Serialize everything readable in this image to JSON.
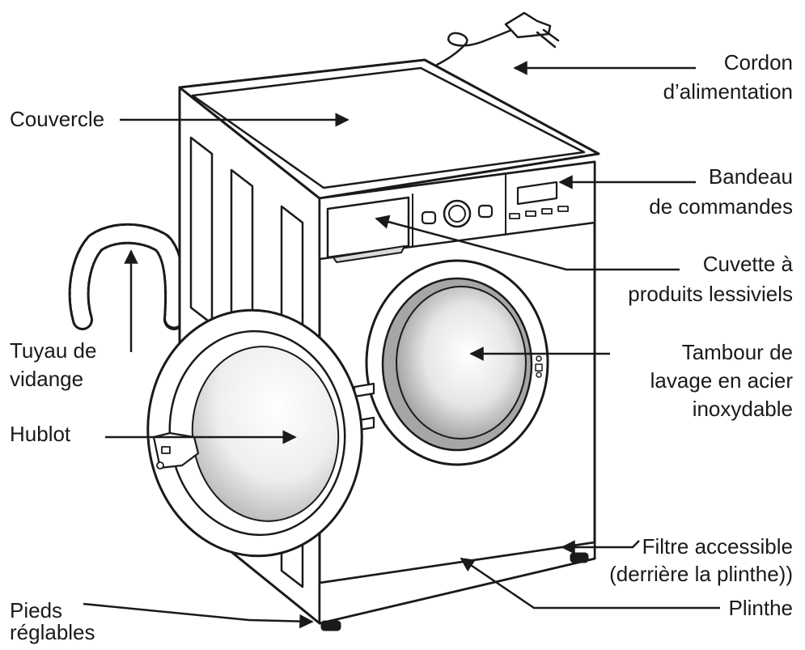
{
  "labels": {
    "cordon_l1": "Cordon",
    "cordon_l2": "d’alimentation",
    "couvercle": "Couvercle",
    "bandeau_l1": "Bandeau",
    "bandeau_l2": "de commandes",
    "cuvette_l1": "Cuvette à",
    "cuvette_l2": "produits lessiviels",
    "tambour_l1": "Tambour de",
    "tambour_l2": "lavage en acier",
    "tambour_l3": "inoxydable",
    "tuyau_l1": "Tuyau de",
    "tuyau_l2": "vidange",
    "hublot": "Hublot",
    "filtre_l1": "Filtre accessible",
    "filtre_l2": "(derrière la plinthe))",
    "plinthe": "Plinthe",
    "pieds_l1": "Pieds",
    "pieds_l2": "réglables"
  },
  "colors": {
    "line": "#1a1a1a",
    "fill": "#ffffff",
    "shade": "#d9d9d9",
    "drum_dark": "#a6a6a6"
  }
}
